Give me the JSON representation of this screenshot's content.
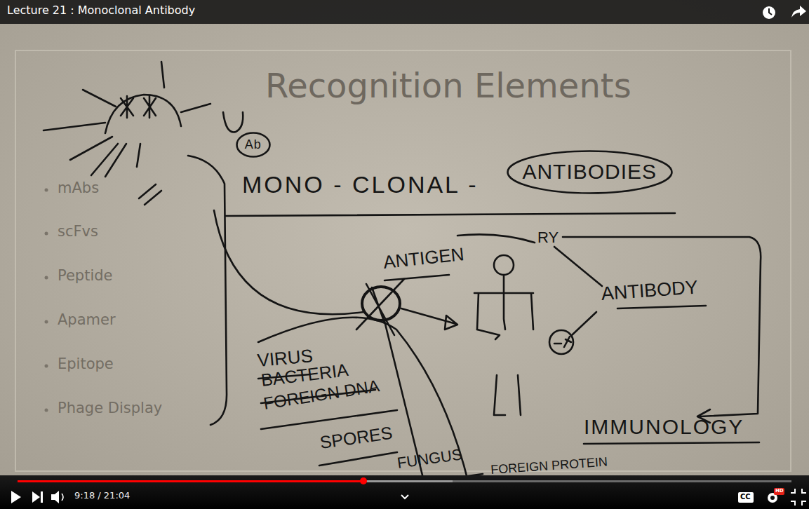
{
  "diagram": {
    "title": "Recognition Elements",
    "nodes": [
      {
        "text": [
          "Ab"
        ]
      },
      {
        "text": [
          "ANTIBODIES"
        ]
      }
    ],
    "labels": [
      "Lecture 21 : Monoclonal Antibody",
      "mAbs",
      "scFvs",
      "Peptide",
      "Apamer",
      "Epitope",
      "Phage Display",
      "MONO - CLONAL -",
      "ANTIGEN",
      "RY",
      "ANTIBODY",
      "VIRUS",
      "BACTERIA",
      "FOREIGN DNA",
      "SPORES",
      "FUNGUS",
      "FOREIGN PROTEIN",
      "IMMUNOLOGY",
      "9:18 / 21:04",
      "CC",
      "HD"
    ]
  }
}
